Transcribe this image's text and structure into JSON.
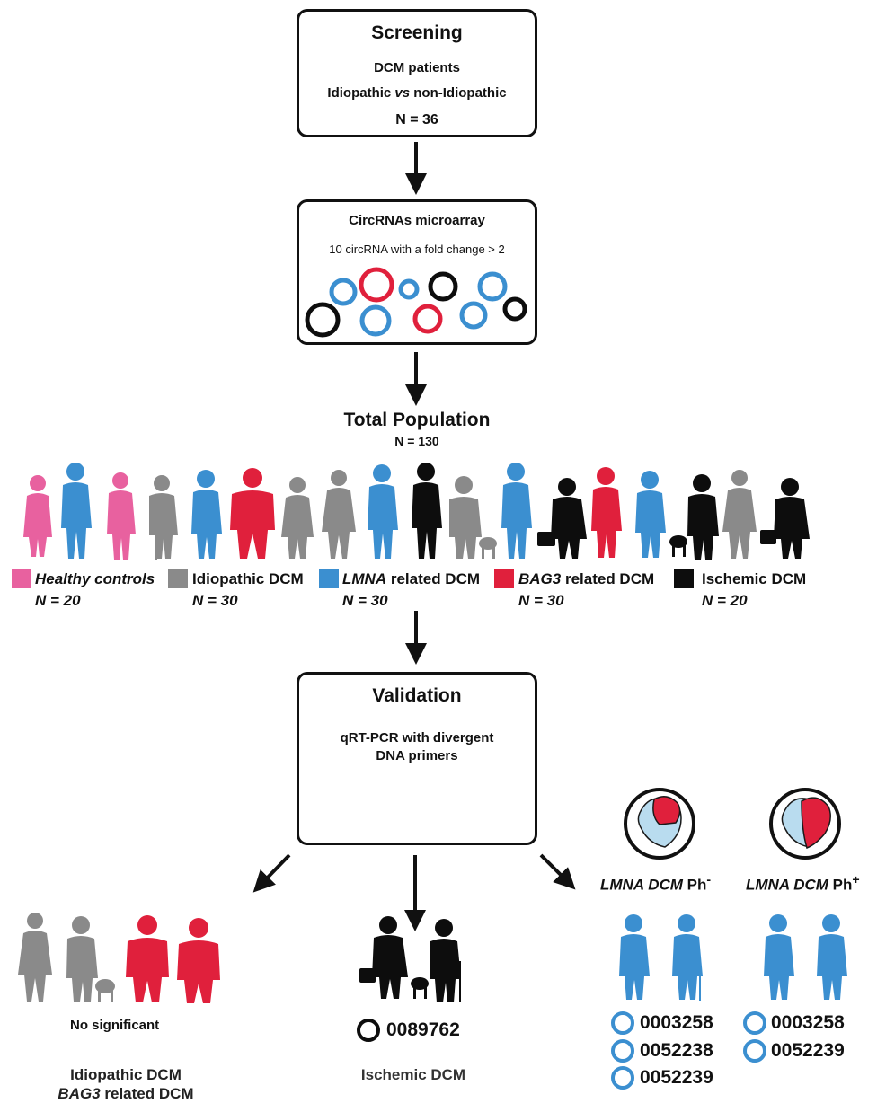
{
  "screening": {
    "title": "Screening",
    "line1": "DCM patients",
    "line2_a": "Idiopathic ",
    "line2_vs": "vs",
    "line2_b": " non-Idiopathic",
    "line3": "N = 36"
  },
  "microarray": {
    "title": "CircRNAs microarray",
    "subtitle": "10 circRNA with a fold change > 2"
  },
  "population": {
    "title": "Total Population",
    "n": "N = 130"
  },
  "legend": [
    {
      "label_em": "Healthy controls",
      "label_rest": "",
      "n": "N = 20",
      "color": "#e8619f"
    },
    {
      "label_em": "",
      "label_rest": "Idiopathic DCM",
      "n": "N = 30",
      "color": "#8a8a8a"
    },
    {
      "label_em": "LMNA",
      "label_rest": " related DCM",
      "n": "N = 30",
      "color": "#3b8fd0"
    },
    {
      "label_em": "BAG3",
      "label_rest": " related DCM",
      "n": "N = 30",
      "color": "#e0203c"
    },
    {
      "label_em": "",
      "label_rest": "Ischemic DCM",
      "n": "N = 20",
      "color": "#0d0d0d"
    }
  ],
  "validation": {
    "title": "Validation",
    "line1": "qRT-PCR with divergent",
    "line2": "DNA primers"
  },
  "left_branch": {
    "note": "No significant",
    "line1": "Idiopathic DCM",
    "line2_em": "BAG3",
    "line2_rest": " related DCM"
  },
  "mid_branch": {
    "code": "0089762",
    "label": "Ischemic DCM"
  },
  "lmna_neg": {
    "label_em": "LMNA DCM",
    "label_rest": " Ph",
    "sup": "-",
    "codes": [
      "0003258",
      "0052238",
      "0052239"
    ]
  },
  "lmna_pos": {
    "label_em": "LMNA DCM",
    "label_rest": " Ph",
    "sup": "+",
    "codes": [
      "0003258",
      "0052239"
    ]
  },
  "colors": {
    "pink": "#e8619f",
    "gray": "#8a8a8a",
    "blue": "#3b8fd0",
    "red": "#e0203c",
    "black": "#0d0d0d"
  }
}
